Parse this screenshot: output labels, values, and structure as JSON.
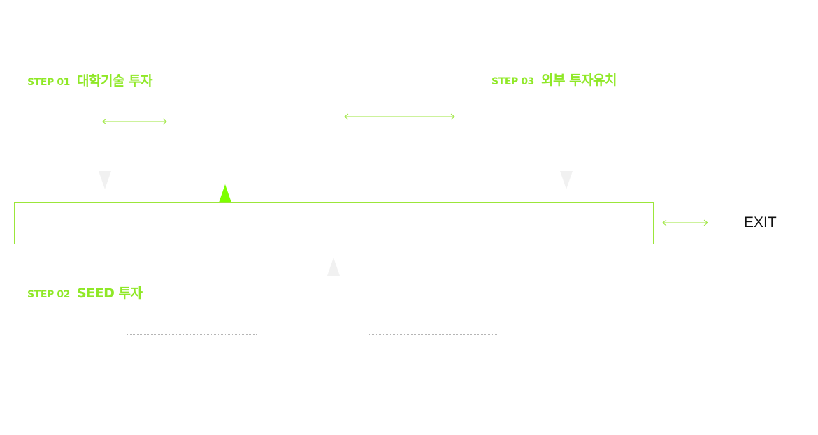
{
  "steps": [
    {
      "number": "STEP 01",
      "title": "대학기술 투자"
    },
    {
      "number": "STEP 02",
      "title": "SEED 투자"
    },
    {
      "number": "STEP 03",
      "title": "외부 투자유치"
    }
  ],
  "exit_label": "EXIT",
  "colors": {
    "accent": "#8fe827",
    "accent_bright": "#7dff00",
    "box_border": "#9be63a",
    "arrow": "#9be63a",
    "triangle_gray": "#f1f1f1",
    "text": "#111111"
  }
}
